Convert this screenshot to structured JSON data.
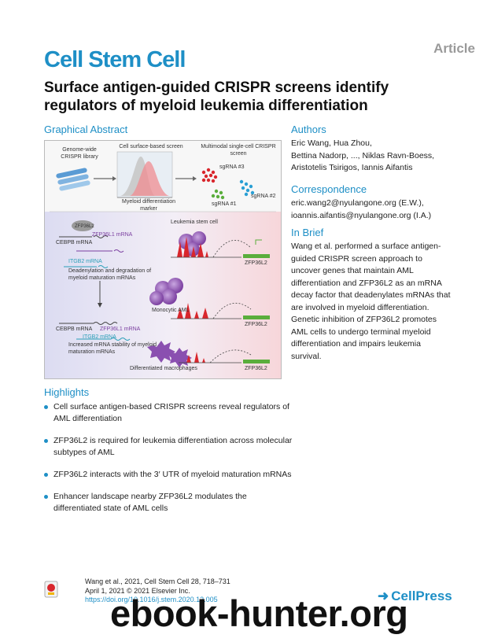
{
  "header": {
    "article_tag": "Article",
    "journal_name": "Cell Stem Cell",
    "title": "Surface antigen-guided CRISPR screens identify regulators of myeloid leukemia differentiation"
  },
  "graphical_abstract": {
    "heading": "Graphical Abstract",
    "labels": {
      "library": "Genome-wide CRISPR library",
      "screen": "Cell surface-based screen",
      "singlecell": "Multimodal single-cell CRISPR screen",
      "sg3": "sgRNA #3",
      "sg2": "sgRNA #2",
      "sg1": "sgRNA #1",
      "marker": "Myeloid differentiation marker",
      "lsc": "Leukemia stem cell",
      "zfp36l2_protein": "ZFP36L2",
      "cebpb_1": "CEBPB mRNA",
      "zfp36l1_1": "ZFP36L1 mRNA",
      "itgb2_1": "ITGB2 mRNA",
      "deadenylation": "Deadenylation and degradation of myeloid maturation mRNAs",
      "gene1": "ZFP36L2",
      "monocytic": "Monocytic AML",
      "gene2": "ZFP36L2",
      "cebpb_2": "CEBPB mRNA",
      "zfp36l1_2": "ZFP36L1 mRNA",
      "itgb2_2": "ITGB2 mRNA",
      "stability": "Increased mRNA stability of myeloid maturation mRNAs",
      "gene3": "ZFP36L2",
      "macrophages": "Differentiated macrophages"
    },
    "colors": {
      "purple": "#7b3fa0",
      "red": "#d9262c",
      "blue": "#2a7fc6",
      "green": "#5aae3c"
    }
  },
  "authors": {
    "heading": "Authors",
    "lines": [
      "Eric Wang, Hua Zhou,",
      "Bettina Nadorp, ..., Niklas Ravn-Boess,",
      "Aristotelis Tsirigos, Iannis Aifantis"
    ]
  },
  "correspondence": {
    "heading": "Correspondence",
    "lines": [
      "eric.wang2@nyulangone.org (E.W.),",
      "ioannis.aifantis@nyulangone.org (I.A.)"
    ]
  },
  "in_brief": {
    "heading": "In Brief",
    "text": "Wang et al. performed a surface antigen-guided CRISPR screen approach to uncover genes that maintain AML differentiation and ZFP36L2 as an mRNA decay factor that deadenylates mRNAs that are involved in myeloid differentiation. Genetic inhibition of ZFP36L2 promotes AML cells to undergo terminal myeloid differentiation and impairs leukemia survival."
  },
  "highlights": {
    "heading": "Highlights",
    "items": [
      "Cell surface antigen-based CRISPR screens reveal regulators of AML differentiation",
      "ZFP36L2 is required for leukemia differentiation across molecular subtypes of AML",
      "ZFP36L2 interacts with the 3′ UTR of myeloid maturation mRNAs",
      "Enhancer landscape nearby ZFP36L2 modulates the differentiated state of AML cells"
    ]
  },
  "citation": {
    "line1": "Wang et al., 2021, Cell Stem Cell 28, 718–731",
    "line2": "April 1, 2021 © 2021 Elsevier Inc.",
    "doi": "https://doi.org/10.1016/j.stem.2020.12.005"
  },
  "footer": {
    "publisher": "CellPress",
    "watermark": "ebook-hunter.org"
  }
}
